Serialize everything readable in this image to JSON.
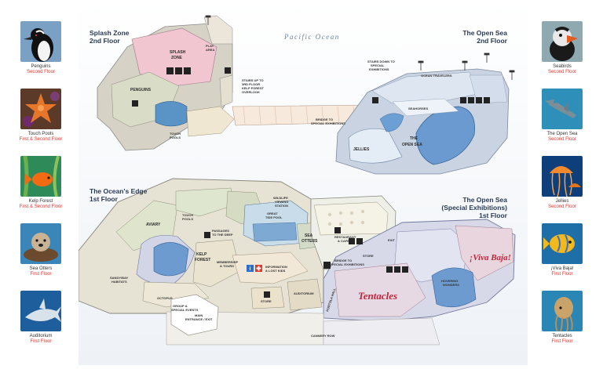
{
  "left_exhibits": [
    {
      "name": "Penguins",
      "floor": "Second Floor",
      "icon": "penguin-photo"
    },
    {
      "name": "Touch Pools",
      "floor": "First & Second Floor",
      "icon": "sea-star-photo"
    },
    {
      "name": "Kelp Forest",
      "floor": "First & Second Floor",
      "icon": "garibaldi-fish-photo"
    },
    {
      "name": "Sea Otters",
      "floor": "First Floor",
      "icon": "sea-otter-photo"
    },
    {
      "name": "Auditorium",
      "floor": "First Floor",
      "icon": "shark-photo"
    }
  ],
  "right_exhibits": [
    {
      "name": "Seabirds",
      "floor": "Second Floor",
      "icon": "puffin-photo"
    },
    {
      "name": "The Open Sea",
      "floor": "Second Floor",
      "icon": "hammerhead-photo"
    },
    {
      "name": "Jellies",
      "floor": "Second Floor",
      "icon": "jellyfish-photo"
    },
    {
      "name": "¡Viva Baja!",
      "floor": "First Floor",
      "icon": "baja-fish-photo"
    },
    {
      "name": "Tentacles",
      "floor": "First Floor",
      "icon": "cuttlefish-photo"
    }
  ],
  "map": {
    "ocean_label": "Pacific Ocean",
    "zones": {
      "splash_zone": [
        "Splash Zone",
        "2nd Floor"
      ],
      "open_sea_2": [
        "The Open Sea",
        "2nd Floor"
      ],
      "oceans_edge": [
        "The Ocean's Edge",
        "1st Floor"
      ],
      "open_sea_1": [
        "The Open Sea",
        "(Special Exhibitions)",
        "1st Floor"
      ]
    },
    "areas": {
      "splash_zone": [
        "SPLASH",
        "ZONE"
      ],
      "penguins": "PENGUINS",
      "play_area": [
        "PLAY",
        "AREA"
      ],
      "touch_pools_top": [
        "TOUCH",
        "POOLS"
      ],
      "stairs_kelp": [
        "STAIRS UP TO",
        "3RD FLOOR",
        "KELP FOREST",
        "OVERLOOK"
      ],
      "bridge_top": [
        "BRIDGE TO",
        "SPECIAL EXHIBITIONS"
      ],
      "stairs_special": [
        "STAIRS DOWN TO",
        "SPECIAL",
        "EXHIBITIONS"
      ],
      "ocean_travelers": "OCEAN TRAVELERS",
      "seahorses": "SEAHORSES",
      "jellies": "JELLIES",
      "the_open_sea": [
        "THE",
        "OPEN SEA"
      ],
      "aviary": "AVIARY",
      "touch_pools_1": [
        "TOUCH",
        "POOLS"
      ],
      "wildlife_station": [
        "WILDLIFE",
        "VIEWING",
        "STATION"
      ],
      "great_tide_pool": [
        "GREAT",
        "TIDE POOL"
      ],
      "sea_otters": [
        "SEA",
        "OTTERS"
      ],
      "restaurant": [
        "RESTAURANT",
        "& CAFE"
      ],
      "passages": [
        "PASSAGES",
        "TO THE DEEP"
      ],
      "kelp_forest": [
        "KELP",
        "FOREST"
      ],
      "sandy_habitats": [
        "SANDY/BAY",
        "HABITATS"
      ],
      "octopus": "OCTOPUS",
      "membership": [
        "MEMBERSHIP",
        "& TOURS"
      ],
      "information": [
        "INFORMATION",
        "& LOST KIDS"
      ],
      "store_top": "STORE",
      "store": "STORE",
      "auditorium": "AUDITORIUM",
      "bridge_low": [
        "BRIDGE TO",
        "SPECIAL EXHIBITIONS"
      ],
      "exit": "EXIT",
      "viva_baja": "¡Viva Baja!",
      "tentacles": "Tentacles",
      "hovering_wonders": [
        "HOVERING",
        "WONDERS"
      ],
      "main_entrance": [
        "MAIN",
        "ENTRANCE / EXIT"
      ],
      "cannery_row": "CANNERY ROW",
      "group_entrance": [
        "GROUP &",
        "SPECIAL EVENTS"
      ],
      "portola_hall": "PORTOLA HALL"
    }
  }
}
